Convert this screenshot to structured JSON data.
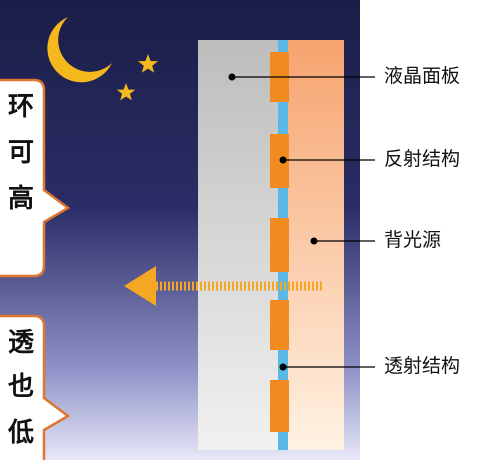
{
  "labels": {
    "lcd_panel": "液晶面板",
    "reflective_structure": "反射结构",
    "backlight": "背光源",
    "transmissive_structure": "透射结构"
  },
  "bubble_top": {
    "chars": [
      "环",
      "可",
      "高"
    ]
  },
  "bubble_bottom": {
    "chars": [
      "透",
      "也",
      "低"
    ]
  },
  "colors": {
    "sky_top": "#1b1e47",
    "sky_bottom": "#e7e8f7",
    "panel_gray_top": "#bdbdbd",
    "panel_gray_bottom": "#f1f1f1",
    "reflector_orange": "#f28a22",
    "transmissive_blue": "#58b8e6",
    "backlight_top": "#f6a36e",
    "backlight_bottom": "#fff2e3",
    "moon_star": "#f5b81d",
    "arrow": "#f5a623",
    "bubble_border": "#e0752f"
  },
  "icons": {
    "moon": "crescent-moon-icon",
    "stars": "star-icon",
    "arrow": "left-arrow-icon"
  }
}
